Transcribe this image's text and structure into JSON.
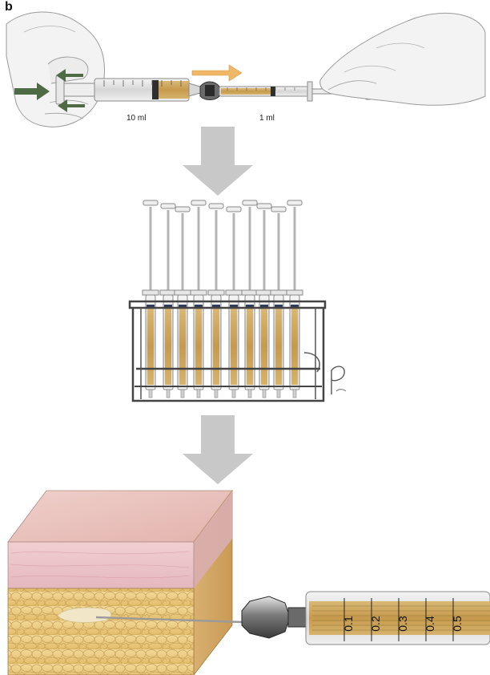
{
  "figure": {
    "panel_label": "b",
    "syringe_left_volume": "10 ml",
    "syringe_right_volume": "1 ml",
    "artist_signature": "R",
    "barrel_scale_marks": [
      "0.1",
      "0.2",
      "0.3",
      "0.4",
      "0.5"
    ]
  },
  "colors": {
    "fat_yellow": "#e9c77a",
    "skin_pink": "#e8b9b4",
    "arrow_gray": "#c8c8c8",
    "push_arrow_green": "#4f6b45",
    "transfer_arrow_orange": "#f0b866"
  }
}
